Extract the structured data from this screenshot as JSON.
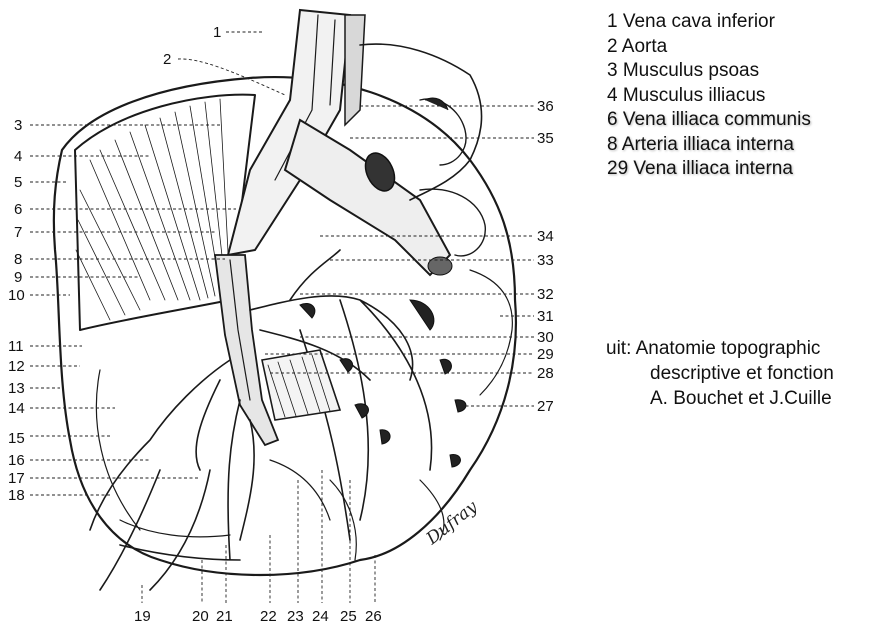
{
  "legend": [
    "1 Vena cava inferior",
    "2 Aorta",
    "3 Musculus psoas",
    "4 Musculus illiacus",
    "6 Vena illiaca communis",
    "8 Arteria illiaca interna",
    "29 Vena illiaca interna"
  ],
  "source": {
    "line1": "uit: Anatomie topographic",
    "line2": "descriptive et fonction",
    "line3": "A. Bouchet et J.Cuille"
  },
  "signature": "Dufray",
  "labels": {
    "left": [
      "3",
      "4",
      "5",
      "6",
      "7",
      "8",
      "9",
      "10",
      "11",
      "12",
      "13",
      "14",
      "15",
      "16",
      "17",
      "18"
    ],
    "top": [
      "1",
      "2"
    ],
    "right": [
      "36",
      "35",
      "34",
      "33",
      "32",
      "31",
      "30",
      "29",
      "28",
      "27"
    ],
    "bottom": [
      "19",
      "20",
      "21",
      "22",
      "23",
      "24",
      "25",
      "26"
    ]
  }
}
